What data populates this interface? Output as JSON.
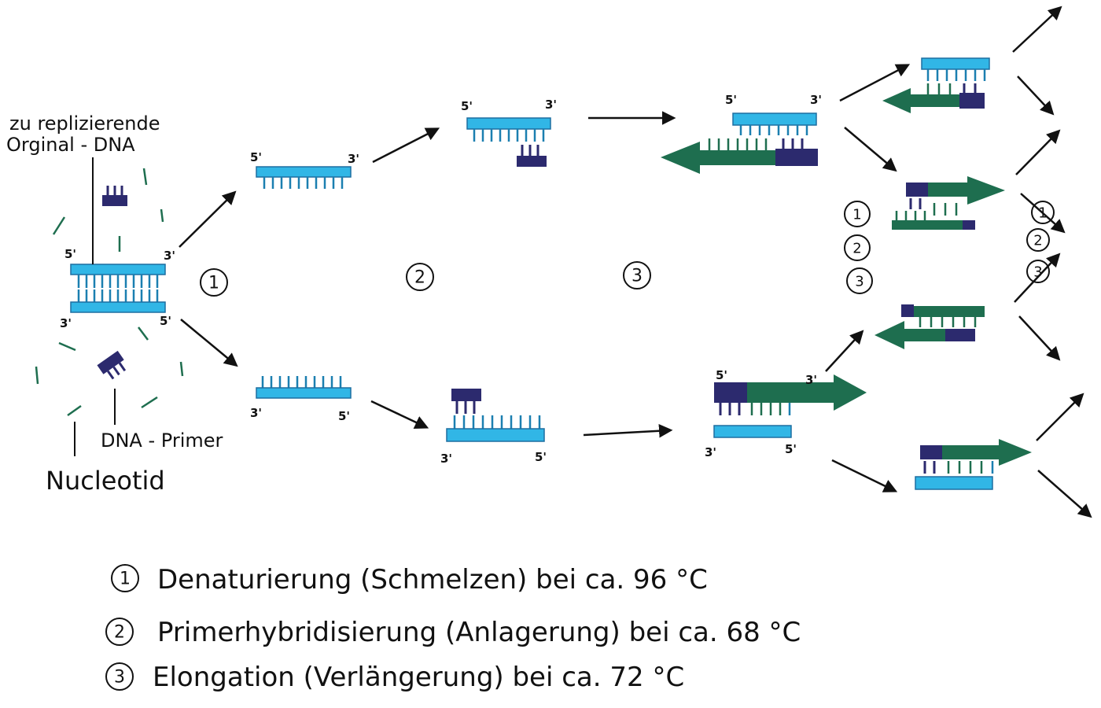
{
  "labels": {
    "original_dna_line1": "zu replizierende",
    "original_dna_line2": "Orginal - DNA",
    "primer": "DNA - Primer",
    "nucleotide": "Nucleotid",
    "five_prime": "5'",
    "three_prime": "3'"
  },
  "steps": [
    "1",
    "2",
    "3"
  ],
  "legend": [
    {
      "num": "1",
      "text": "Denaturierung (Schmelzen) bei ca. 96 °C"
    },
    {
      "num": "2",
      "text": "Primerhybridisierung (Anlagerung) bei ca. 68 °C"
    },
    {
      "num": "3",
      "text": "Elongation (Verlängerung) bei ca. 72 °C"
    }
  ],
  "colors": {
    "template_strand": "#31b6e6",
    "primer": "#2c2a6e",
    "new_strand": "#1e6e4f",
    "arrows": "#111111"
  }
}
